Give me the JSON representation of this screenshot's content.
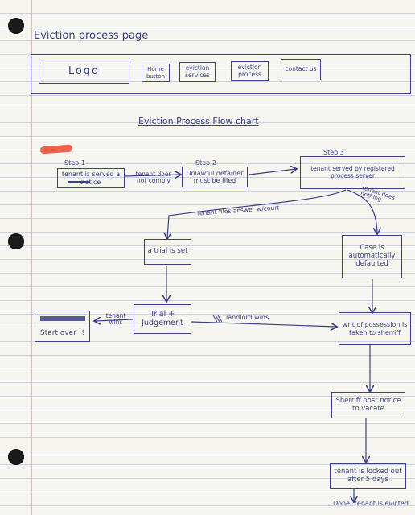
{
  "page": {
    "title": "Eviction process page",
    "chart_title": "Eviction Process Flow chart"
  },
  "header": {
    "logo": "Logo",
    "nav": [
      {
        "label": "Home button"
      },
      {
        "label": "eviction services"
      },
      {
        "label": "eviction process"
      },
      {
        "label": "contact us"
      }
    ]
  },
  "flow": {
    "step1_label": "Step 1",
    "step1_text": "tenant is served a notice",
    "edge_1_2": "tenant does not comply",
    "step2_label": "Step 2",
    "step2_text": "Unlawful detainer must be filed",
    "step3_label": "Step 3",
    "step3_text": "tenant served by registered process server",
    "edge_files": "tenant files answer w/court",
    "edge_does_nothing": "tenant does nothing",
    "trial_set": "a trial is set",
    "default": "Case is automatically defaulted",
    "judgement": "Trial + Judgement",
    "edge_tenant_wins": "tenant wins",
    "start_over": "Start over !!",
    "edge_landlord_wins": "landlord wins",
    "writ": "writ of possession is taken to sherriff",
    "notice": "Sherriff post notice to vacate",
    "locked": "tenant is locked out after 5 days",
    "done": "Done! tenant is evicted"
  },
  "colors": {
    "ink": "#3a3f86",
    "paper": "#f6f5f0",
    "highlight": "#e8533a"
  }
}
